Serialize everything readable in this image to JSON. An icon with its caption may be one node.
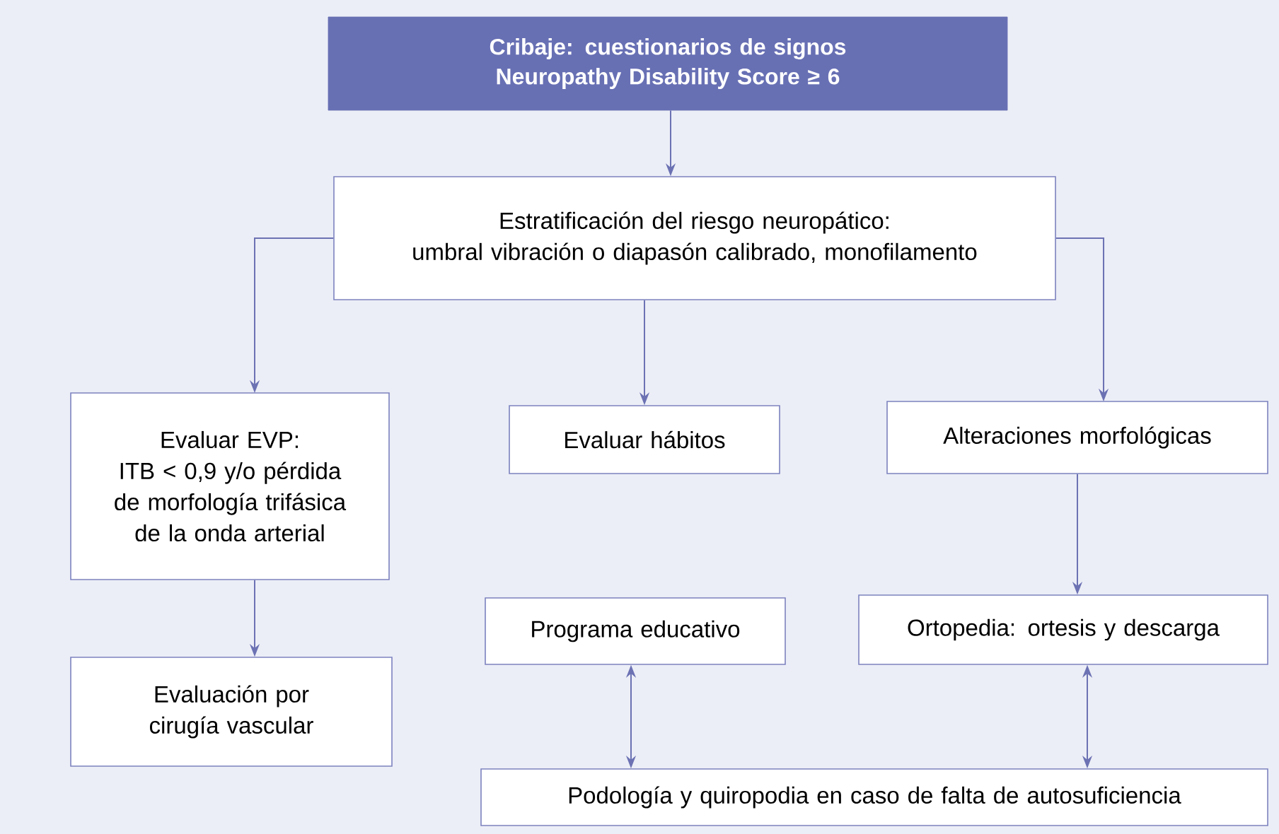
{
  "diagram": {
    "nodes": [
      {
        "text": [
          "Cribaje: cuestionarios de signos",
          "Neuropathy Disability Score ≥ 6"
        ]
      },
      {
        "text": [
          "Estratificación del riesgo neuropático:",
          "umbral vibración o diapasón calibrado, monofilamento"
        ]
      },
      {
        "text": [
          "Evaluar EVP:",
          "ITB < 0,9 y/o pérdida de morfología trifásica de la onda arterial"
        ]
      },
      {
        "text": [
          "Evaluar hábitos"
        ]
      },
      {
        "text": [
          "Alteraciones morfológicas"
        ]
      },
      {
        "text": [
          "Evaluación por cirugía vascular"
        ]
      },
      {
        "text": [
          "Programa educativo"
        ]
      },
      {
        "text": [
          "Ortopedia: ortesis y descarga"
        ]
      },
      {
        "text": [
          "Podología y quiropodia en caso de falta de autosuficiencia"
        ]
      }
    ],
    "edges": [
      {
        "from": 0,
        "to": 1,
        "arrow": "to"
      },
      {
        "from": 1,
        "to": 2,
        "arrow": "to"
      },
      {
        "from": 1,
        "to": 3,
        "arrow": "to"
      },
      {
        "from": 1,
        "to": 4,
        "arrow": "to"
      },
      {
        "from": 2,
        "to": 5,
        "arrow": "to"
      },
      {
        "from": 4,
        "to": 7,
        "arrow": "to"
      },
      {
        "from": 6,
        "to": 8,
        "arrow": "both"
      },
      {
        "from": 7,
        "to": 8,
        "arrow": "both"
      }
    ]
  }
}
